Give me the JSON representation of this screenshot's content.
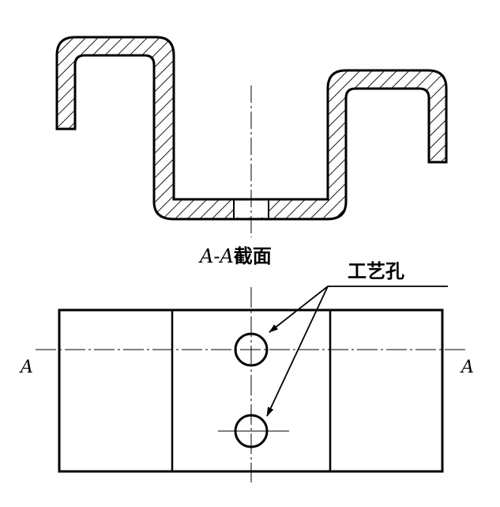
{
  "section_title": {
    "prefix": "A-A",
    "suffix": "截面"
  },
  "callout": {
    "label": "工艺孔",
    "target_count": 2
  },
  "section_markers": {
    "left": "A",
    "right": "A"
  },
  "colors": {
    "line": "#000000",
    "background": "#ffffff"
  }
}
